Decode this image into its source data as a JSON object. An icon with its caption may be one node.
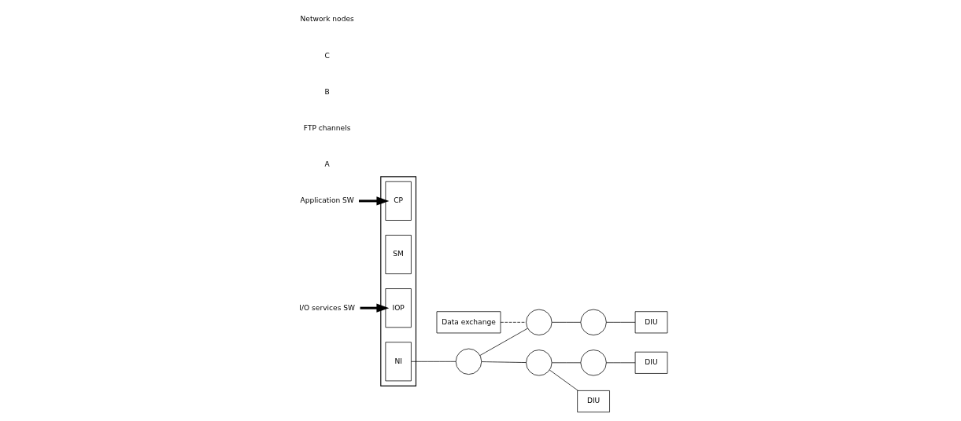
{
  "diagram": {
    "nodes": [
      {
        "text": [
          "Application SW"
        ]
      },
      {
        "text": [
          "I/O services SW"
        ]
      },
      {
        "text": [],
        "shape": "box"
      },
      {
        "text": [
          "CP"
        ],
        "in": 2
      },
      {
        "text": [
          "SM"
        ],
        "in": 2
      },
      {
        "text": [
          "IOP"
        ],
        "in": 2
      },
      {
        "text": [
          "NI"
        ],
        "in": 2
      },
      {
        "text": [
          "Data exchange"
        ]
      },
      {
        "text": [],
        "shape": "circle"
      },
      {
        "text": [],
        "shape": "circle"
      },
      {
        "text": [],
        "shape": "circle"
      },
      {
        "text": [],
        "shape": "circle"
      },
      {
        "text": [],
        "shape": "circle"
      },
      {
        "text": [
          "DIU"
        ]
      },
      {
        "text": [
          "DIU"
        ]
      },
      {
        "text": [
          "DIU"
        ]
      }
    ],
    "edges": [
      {
        "from": 0,
        "to": 3,
        "arrow": "to",
        "style": "thick"
      },
      {
        "from": 1,
        "to": 5,
        "arrow": "to",
        "style": "thick"
      },
      {
        "from": 6,
        "to": 8,
        "arrow": "none"
      },
      {
        "from": 8,
        "to": 10,
        "arrow": "none"
      },
      {
        "from": 10,
        "to": 12,
        "arrow": "none"
      },
      {
        "from": 12,
        "to": 13,
        "arrow": "none"
      },
      {
        "from": 10,
        "to": 14,
        "arrow": "none"
      },
      {
        "from": 8,
        "to": 9,
        "arrow": "none"
      },
      {
        "from": 9,
        "to": 11,
        "arrow": "none"
      },
      {
        "from": 11,
        "to": 15,
        "arrow": "none"
      },
      {
        "from": 7,
        "to": 9,
        "arrow": "none",
        "style": "dashed"
      }
    ],
    "labels": [
      "A",
      "FTP channels",
      "B",
      "C",
      "Network nodes"
    ]
  }
}
